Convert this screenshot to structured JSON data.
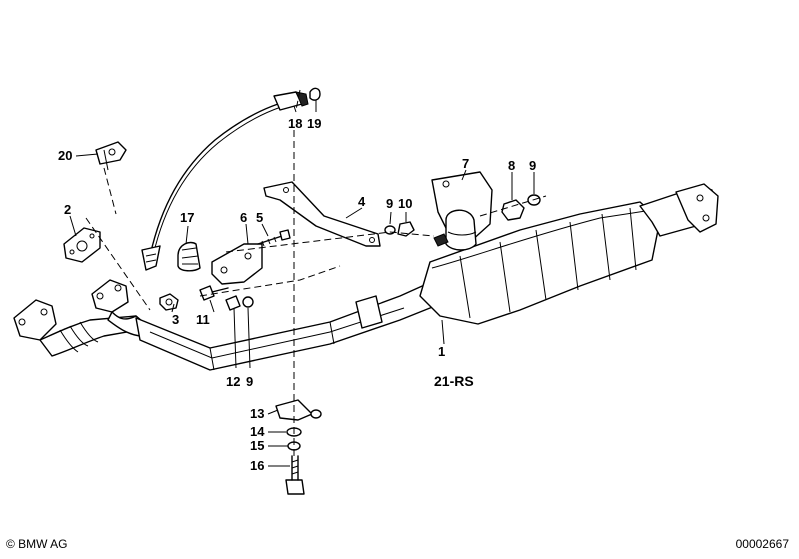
{
  "labels": {
    "l1": "1",
    "l2": "2",
    "l3": "3",
    "l4": "4",
    "l5": "5",
    "l6": "6",
    "l7": "7",
    "l8": "8",
    "l9a": "9",
    "l9b": "9",
    "l9c": "9",
    "l10": "10",
    "l11": "11",
    "l12": "12",
    "l13": "13",
    "l14": "14",
    "l15": "15",
    "l16": "16",
    "l17": "17",
    "l18": "18",
    "l19": "19",
    "l20": "20"
  },
  "group_label": "21-RS",
  "footer": {
    "copyright": "© BMW AG",
    "code": "00002667"
  }
}
